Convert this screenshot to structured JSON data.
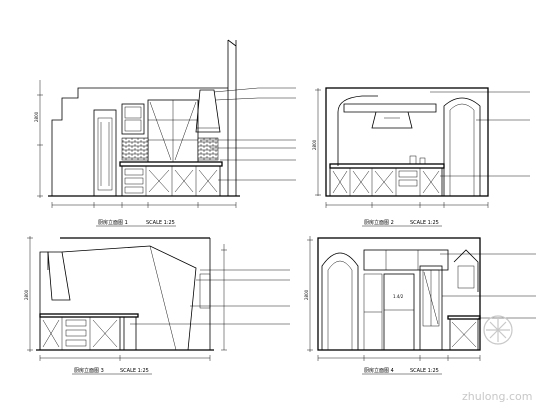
{
  "elevations": [
    {
      "caption": "厨房立面图 1",
      "scale": "SCALE 1:25"
    },
    {
      "caption": "厨房立面图 2",
      "scale": "SCALE 1:25"
    },
    {
      "caption": "厨房立面图 3",
      "scale": "SCALE 1:25"
    },
    {
      "caption": "厨房立面图 4",
      "scale": "SCALE 1:25"
    }
  ],
  "watermark": {
    "text": "zhulong.com",
    "color": "#c8c8c8"
  },
  "colors": {
    "line": "#000000",
    "background": "#ffffff"
  }
}
